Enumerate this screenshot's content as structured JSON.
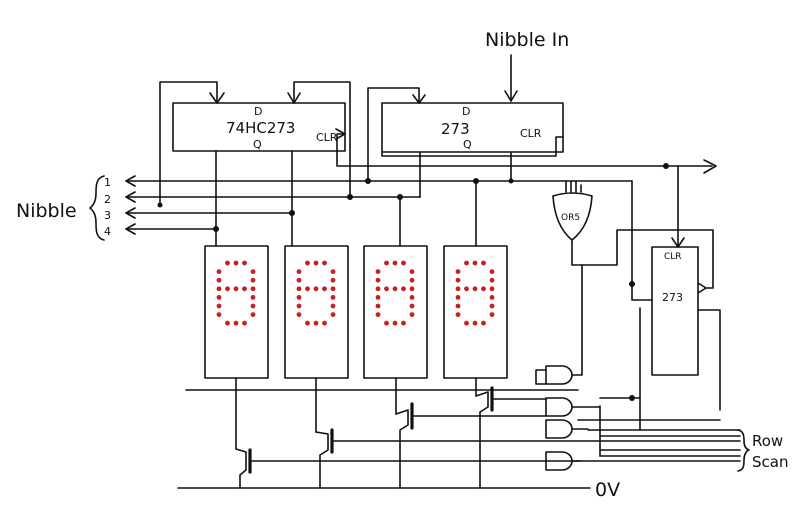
{
  "labels": {
    "nibble_in": "Nibble In",
    "nibble": "Nibble",
    "row": "Row",
    "scan": "Scan",
    "zero_volt": "0V"
  },
  "bus_lines": [
    "1",
    "2",
    "3",
    "4"
  ],
  "latch_main": {
    "part": "74HC273",
    "d": "D",
    "q": "Q",
    "clr": "CLR"
  },
  "latch_input": {
    "part": "273",
    "d": "D",
    "q": "Q",
    "clr": "CLR"
  },
  "latch_side": {
    "part": "273",
    "clr": "CLR"
  },
  "or_gate": {
    "label": "OR5"
  },
  "displays": {
    "count": 4,
    "segment_color": "#c62020"
  }
}
